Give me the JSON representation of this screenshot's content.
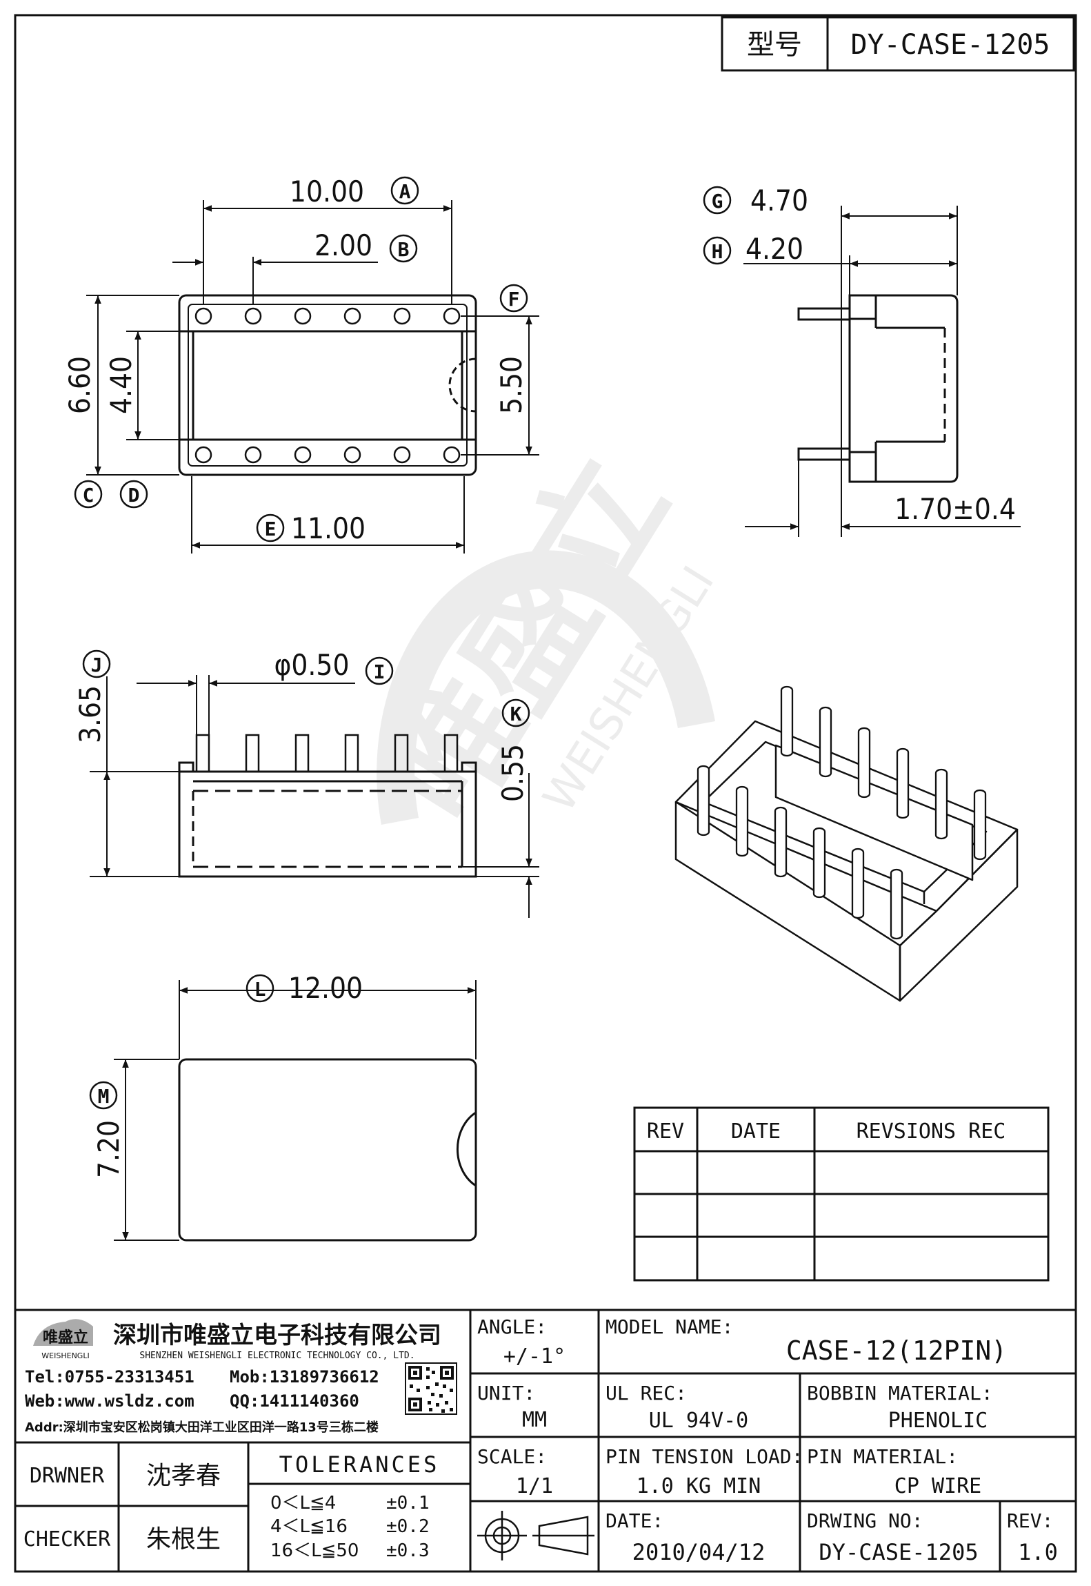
{
  "title_block": {
    "model_key": "型号",
    "model_value": "DY-CASE-1205"
  },
  "dimensions": {
    "a": "10.00",
    "a_tag": "A",
    "b": "2.00",
    "b_tag": "B",
    "f_tag": "F",
    "h660": "6.60",
    "h440": "4.40",
    "h550": "5.50",
    "c_tag": "C",
    "d_tag": "D",
    "e": "11.00",
    "e_tag": "E",
    "g": "4.70",
    "g_tag": "G",
    "hh": "4.20",
    "hh_tag": "H",
    "side_offset": "1.70±0.4",
    "i": "φ0.50",
    "i_tag": "I",
    "j": "3.65",
    "j_tag": "J",
    "k": "0.55",
    "k_tag": "K",
    "l": "12.00",
    "l_tag": "L",
    "m": "7.20",
    "m_tag": "M"
  },
  "watermark": {
    "cn": "唯盛立",
    "en": "WEISHENGLI"
  },
  "revisions": {
    "col_rev": "REV",
    "col_date": "DATE",
    "col_rec": "REVSIONS REC"
  },
  "company": {
    "logo_cn": "唯盛立",
    "logo_en": "WEISHENGLI",
    "name_cn": "深圳市唯盛立电子科技有限公司",
    "name_en": "SHENZHEN WEISHENGLI ELECTRONIC TECHNOLOGY CO., LTD.",
    "tel": "Tel:0755-23313451",
    "mob": "Mob:13189736612",
    "web": "Web:www.wsldz.com",
    "qq": "QQ:1411140360",
    "addr": "Addr:深圳市宝安区松岗镇大田洋工业区田洋一路13号三栋二楼"
  },
  "signoff": {
    "drawer_label": "DRWNER",
    "drawer_name": "沈孝春",
    "checker_label": "CHECKER",
    "checker_name": "朱根生"
  },
  "tolerances": {
    "title": "TOLERANCES",
    "rows": [
      {
        "range": "0＜L≦4",
        "tol": "±0.1"
      },
      {
        "range": "4＜L≦16",
        "tol": "±0.2"
      },
      {
        "range": "16＜L≦50",
        "tol": "±0.3"
      }
    ]
  },
  "fields": {
    "angle_label": "ANGLE:",
    "angle_value": "+/-1°",
    "unit_label": "UNIT:",
    "unit_value": "MM",
    "scale_label": "SCALE:",
    "scale_value": "1/1",
    "model_name_label": "MODEL NAME:",
    "model_name_value": "CASE-12(12PIN)",
    "ul_label": "UL REC:",
    "ul_value": "UL 94V-0",
    "bobbin_label": "BOBBIN MATERIAL:",
    "bobbin_value": "PHENOLIC",
    "pin_tension_label": "PIN TENSION LOAD:",
    "pin_tension_value": "1.0 KG MIN",
    "pin_material_label": "PIN MATERIAL:",
    "pin_material_value": "CP WIRE",
    "date_label": "DATE:",
    "date_value": "2010/04/12",
    "drwing_no_label": "DRWING NO:",
    "drwing_no_value": "DY-CASE-1205",
    "rev_label": "REV:",
    "rev_value": "1.0"
  }
}
